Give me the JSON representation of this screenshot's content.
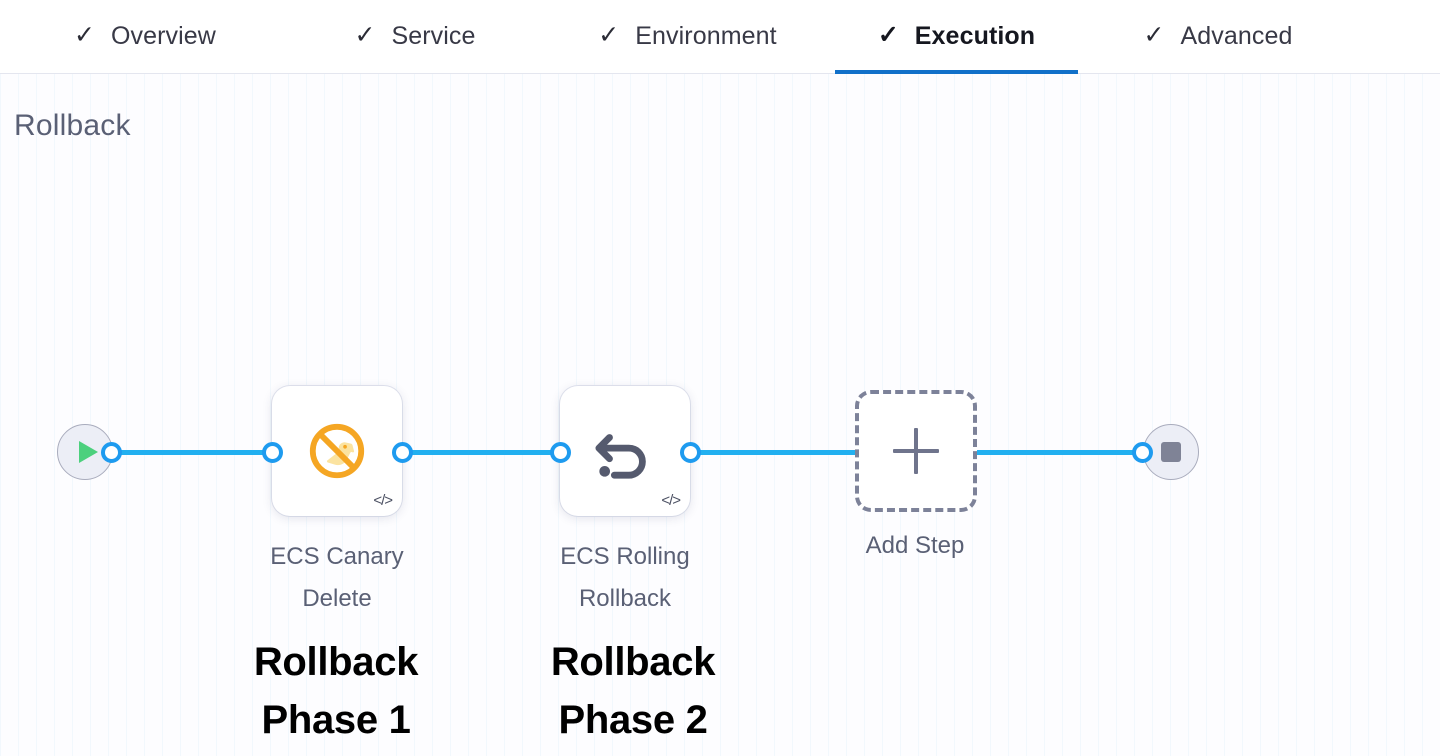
{
  "tabs": [
    {
      "id": "overview",
      "label": "Overview",
      "icon": "check-icon",
      "active": false
    },
    {
      "id": "service",
      "label": "Service",
      "icon": "check-icon",
      "active": false
    },
    {
      "id": "environment",
      "label": "Environment",
      "icon": "check-icon",
      "active": false
    },
    {
      "id": "execution",
      "label": "Execution",
      "icon": "check-icon",
      "active": true
    },
    {
      "id": "advanced",
      "label": "Advanced",
      "icon": "check-icon",
      "active": false
    }
  ],
  "check_glyph": "✓",
  "section": {
    "title": "Rollback"
  },
  "pipeline": {
    "start_node": {
      "name": "start-node",
      "icon": "play-icon"
    },
    "end_node": {
      "name": "end-node",
      "icon": "stop-icon"
    },
    "steps": [
      {
        "id": "ecs-canary-delete",
        "label": "ECS Canary Delete",
        "icon": "canary-delete-icon",
        "badge": "</>"
      },
      {
        "id": "ecs-rolling-rollback",
        "label": "ECS Rolling Rollback",
        "icon": "rollback-icon",
        "badge": "</>"
      }
    ],
    "add_step": {
      "label": "Add Step",
      "icon": "plus-icon"
    }
  },
  "annotations": [
    {
      "id": "phase-1",
      "line1": "Rollback",
      "line2": "Phase 1"
    },
    {
      "id": "phase-2",
      "line1": "Rollback",
      "line2": "Phase 2"
    }
  ],
  "colors": {
    "active_tab_underline": "#1170c9",
    "connector_blue": "#22b0f0",
    "port_ring": "#1e9bef",
    "canary_orange": "#f5a623",
    "rollback_gray": "#555a6e",
    "start_green": "#4cd07d",
    "stop_gray": "#7f8396",
    "label_gray": "#5a6075"
  }
}
